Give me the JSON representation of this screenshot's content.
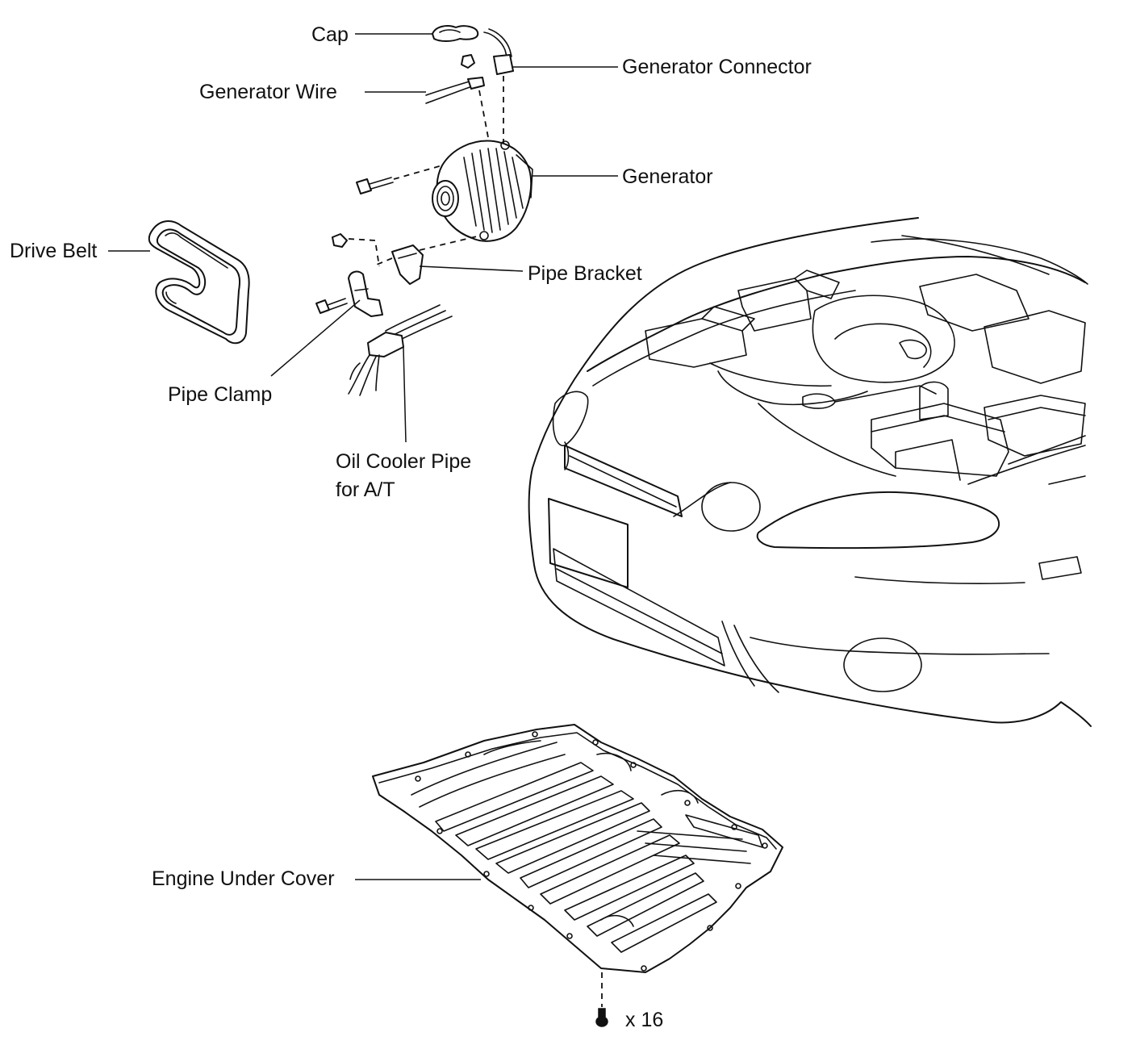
{
  "labels": {
    "cap": "Cap",
    "generator_connector": "Generator Connector",
    "generator_wire": "Generator Wire",
    "generator": "Generator",
    "drive_belt": "Drive Belt",
    "pipe_bracket": "Pipe Bracket",
    "pipe_clamp": "Pipe Clamp",
    "oil_cooler_pipe_line1": "Oil Cooler Pipe",
    "oil_cooler_pipe_line2": "for A/T",
    "engine_under_cover": "Engine Under Cover",
    "bolt_quantity": "x 16"
  }
}
